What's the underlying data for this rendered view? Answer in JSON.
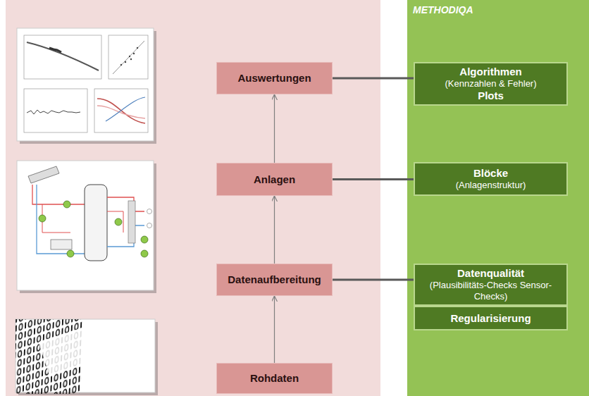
{
  "diagram": {
    "nodes": [
      {
        "text": [
          "Auswertungen"
        ]
      },
      {
        "text": [
          "Anlagen"
        ]
      },
      {
        "text": [
          "Datenaufbereitung"
        ]
      },
      {
        "text": [
          "Rohdaten"
        ]
      },
      {
        "text": [
          "METHODIQA"
        ]
      },
      {
        "text": [
          "Algorithmen",
          "(Kennzahlen & Fehler)",
          "Plots"
        ],
        "in": 4
      },
      {
        "text": [
          "Blöcke",
          "(Anlagenstruktur)"
        ],
        "in": 4
      },
      {
        "text": [
          "Datenqualität",
          "(Plausibilitäts-Checks Sensor-Checks)"
        ],
        "in": 4
      },
      {
        "text": [
          "Regularisierung"
        ],
        "in": 4
      }
    ],
    "edges": [
      {
        "from": 3,
        "to": 2,
        "arrow": "to"
      },
      {
        "from": 2,
        "to": 1,
        "arrow": "to"
      },
      {
        "from": 1,
        "to": 0,
        "arrow": "to"
      },
      {
        "from": 0,
        "to": 5,
        "arrow": "none"
      },
      {
        "from": 1,
        "to": 6,
        "arrow": "none"
      },
      {
        "from": 2,
        "to": 7,
        "arrow": "none"
      }
    ]
  }
}
